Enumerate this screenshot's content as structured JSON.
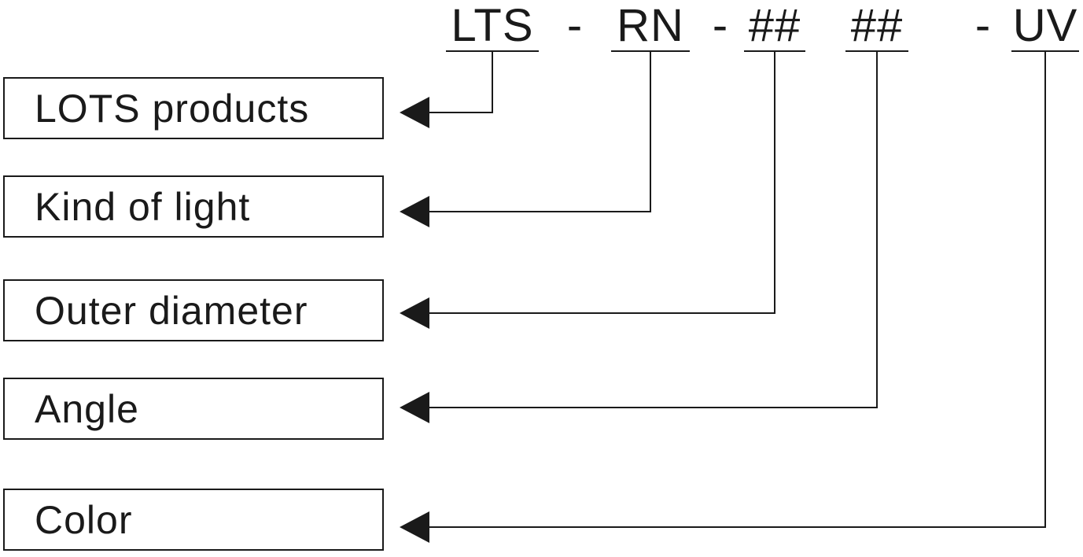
{
  "code": {
    "seg1": "LTS",
    "sep1": "-",
    "seg2": "RN",
    "sep2": "-",
    "seg3": "##",
    "seg4": "##",
    "sep3": "-",
    "seg5": "UV"
  },
  "labels": {
    "lots_products": "LOTS products",
    "kind_of_light": "Kind of light",
    "outer_diameter": "Outer diameter",
    "angle": "Angle",
    "color": "Color"
  },
  "colors": {
    "line": "#1a1a1a",
    "background": "#ffffff"
  }
}
